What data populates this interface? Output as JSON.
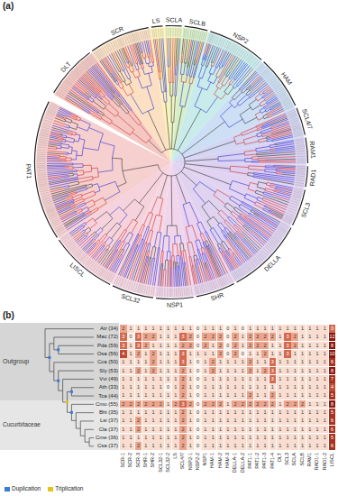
{
  "diagram": {
    "nodes": [
      {
        "text": [
          "Outgroup"
        ]
      },
      {
        "text": [
          "Cucurbitaceae"
        ]
      }
    ],
    "labels": [
      "(a)",
      "DLT",
      "SCR",
      "LS",
      "SCLA",
      "SCLB",
      "NSP2",
      "HAM",
      "SCL4/7",
      "RAM1",
      "RAD1",
      "SCL3",
      "DELLA",
      "SHR",
      "NSP1",
      "SCL32",
      "LISCL",
      "PAT1",
      "(b)",
      "Atr (34)",
      "Mac (72)",
      "Pda (59)",
      "Osa (56)",
      "Cca (50)",
      "Sly (53)",
      "Vvi (49)",
      "Ath (33)",
      "Tca (44)",
      "Cmo (55)",
      "Bhi (35)",
      "Lsi (37)",
      "Cla (37)",
      "Cme (36)",
      "Csa (37)",
      "2",
      "1",
      "1",
      "1",
      "1",
      "1",
      "1",
      "1",
      "1",
      "1",
      "0",
      "1",
      "1",
      "1",
      "0",
      "1",
      "0",
      "1",
      "1",
      "1",
      "1",
      "1",
      "1",
      "1",
      "1",
      "1",
      "1",
      "1",
      "3",
      "3",
      "0",
      "3",
      "2",
      "2",
      "1",
      "1",
      "1",
      "3",
      "2",
      "0",
      "2",
      "2",
      "2",
      "0",
      "2",
      "1",
      "2",
      "2",
      "2",
      "2",
      "1",
      "3",
      "2",
      "1",
      "1",
      "1",
      "1",
      "12",
      "3",
      "1",
      "3",
      "2",
      "1",
      "1",
      "1",
      "1",
      "2",
      "2",
      "0",
      "2",
      "1",
      "2",
      "0",
      "2",
      "1",
      "2",
      "2",
      "2",
      "1",
      "1",
      "3",
      "2",
      "1",
      "1",
      "1",
      "1",
      "8",
      "4",
      "1",
      "2",
      "1",
      "2",
      "1",
      "1",
      "1",
      "3",
      "1",
      "1",
      "1",
      "1",
      "2",
      "0",
      "2",
      "0",
      "1",
      "1",
      "2",
      "1",
      "1",
      "3",
      "1",
      "1",
      "1",
      "1",
      "1",
      "10",
      "1",
      "1",
      "1",
      "1",
      "2",
      "1",
      "1",
      "1",
      "3",
      "1",
      "0",
      "1",
      "2",
      "1",
      "1",
      "1",
      "1",
      "2",
      "1",
      "1",
      "3",
      "1",
      "1",
      "1",
      "1",
      "1",
      "1",
      "1",
      "6",
      "1",
      "1",
      "2",
      "1",
      "2",
      "1",
      "1",
      "1",
      "2",
      "1",
      "0",
      "1",
      "2",
      "1",
      "1",
      "1",
      "1",
      "2",
      "1",
      "2",
      "3",
      "1",
      "1",
      "1",
      "1",
      "1",
      "1",
      "1",
      "8",
      "1",
      "1",
      "1",
      "1",
      "1",
      "1",
      "1",
      "1",
      "2",
      "1",
      "0",
      "1",
      "1",
      "1",
      "1",
      "1",
      "1",
      "1",
      "1",
      "1",
      "3",
      "1",
      "1",
      "1",
      "1",
      "1",
      "1",
      "1",
      "7",
      "1",
      "1",
      "1",
      "1",
      "1",
      "1",
      "0",
      "1",
      "2",
      "1",
      "0",
      "1",
      "1",
      "1",
      "1",
      "1",
      "1",
      "1",
      "1",
      "1",
      "1",
      "1",
      "1",
      "1",
      "1",
      "1",
      "1",
      "1",
      "4",
      "1",
      "1",
      "1",
      "1",
      "1",
      "1",
      "1",
      "1",
      "2",
      "1",
      "0",
      "1",
      "1",
      "1",
      "1",
      "1",
      "1",
      "2",
      "1",
      "1",
      "2",
      "1",
      "1",
      "1",
      "1",
      "1",
      "1",
      "1",
      "5",
      "2",
      "2",
      "2",
      "2",
      "2",
      "2",
      "1",
      "2",
      "3",
      "2",
      "0",
      "2",
      "2",
      "2",
      "1",
      "2",
      "2",
      "2",
      "2",
      "2",
      "2",
      "1",
      "2",
      "2",
      "2",
      "1",
      "1",
      "1",
      "8",
      "1",
      "1",
      "1",
      "1",
      "1",
      "1",
      "1",
      "1",
      "2",
      "1",
      "0",
      "1",
      "1",
      "1",
      "1",
      "1",
      "1",
      "1",
      "1",
      "1",
      "1",
      "1",
      "1",
      "1",
      "1",
      "1",
      "1",
      "1",
      "5",
      "1",
      "1",
      "2",
      "1",
      "1",
      "1",
      "1",
      "1",
      "2",
      "1",
      "0",
      "1",
      "1",
      "1",
      "1",
      "1",
      "1",
      "1",
      "1",
      "1",
      "1",
      "1",
      "1",
      "1",
      "1",
      "1",
      "1",
      "1",
      "6",
      "1",
      "1",
      "2",
      "1",
      "1",
      "1",
      "1",
      "1",
      "2",
      "1",
      "0",
      "1",
      "1",
      "1",
      "1",
      "1",
      "1",
      "1",
      "1",
      "1",
      "1",
      "1",
      "1",
      "1",
      "1",
      "1",
      "1",
      "1",
      "6",
      "1",
      "1",
      "1",
      "1",
      "1",
      "1",
      "1",
      "1",
      "2",
      "1",
      "0",
      "1",
      "1",
      "1",
      "1",
      "1",
      "1",
      "1",
      "1",
      "1",
      "1",
      "1",
      "1",
      "1",
      "1",
      "1",
      "1",
      "1",
      "5",
      "1",
      "1",
      "2",
      "1",
      "1",
      "1",
      "1",
      "1",
      "2",
      "1",
      "0",
      "1",
      "1",
      "1",
      "1",
      "1",
      "1",
      "1",
      "1",
      "1",
      "1",
      "1",
      "1",
      "1",
      "1",
      "1",
      "1",
      "1",
      "6",
      "SCR-1",
      "SCR-2",
      "SCR-3",
      "SHR-1",
      "SHR-2",
      "SCL32-1",
      "SCL32-2",
      "LS",
      "SCL4/7",
      "NSP2-1",
      "NSP2-2",
      "NSP1",
      "HAM-1",
      "HAM-2",
      "HAM-3",
      "DELLA-1",
      "DELLA-2",
      "PAT1-1",
      "PAT1-2",
      "PAT1-3",
      "PAT1-4",
      "DLT",
      "SCL3",
      "SCLA",
      "SCLB",
      "RAM1",
      "RAD1-1",
      "RAD1-2",
      "LISCL"
    ],
    "legend": [
      {
        "text": "Duplication",
        "color": "#3a7bd5"
      },
      {
        "text": "Triplication",
        "color": "#e8c21a"
      }
    ]
  }
}
